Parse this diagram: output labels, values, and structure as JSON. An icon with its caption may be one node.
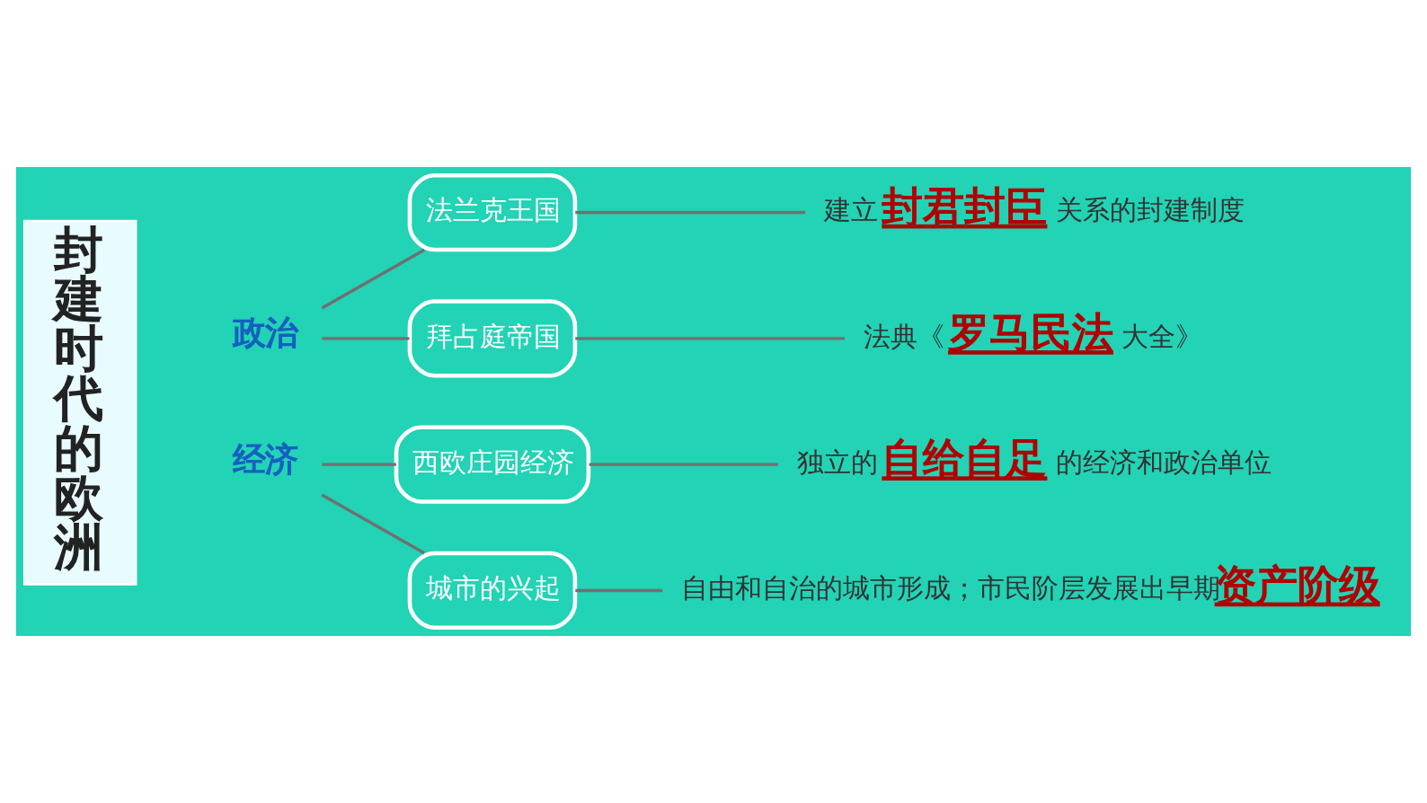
{
  "diagram": {
    "nodes": [
      {
        "text": [
          "封建时代的欧洲"
        ]
      },
      {
        "text": [
          "政治"
        ]
      },
      {
        "text": [
          "法兰克王国"
        ]
      },
      {
        "text": [
          "建立",
          "封君封臣",
          "关系的封建制度"
        ]
      },
      {
        "text": [
          "拜占庭帝国"
        ]
      },
      {
        "text": [
          "法典《",
          "罗马民法",
          "大全》"
        ]
      },
      {
        "text": [
          "经济"
        ]
      },
      {
        "text": [
          "西欧庄园经济"
        ]
      },
      {
        "text": [
          "独立的",
          "自给自足",
          "的经济和政治单位"
        ]
      },
      {
        "text": [
          "城市的兴起"
        ]
      },
      {
        "text": [
          "自由和自治的城市形成；市民阶层发展出早期",
          "资产阶级"
        ]
      }
    ],
    "edges": [
      {
        "from": 1,
        "to": 2,
        "arrow": "none"
      },
      {
        "from": 1,
        "to": 4,
        "arrow": "none"
      },
      {
        "from": 2,
        "to": 3,
        "arrow": "none"
      },
      {
        "from": 4,
        "to": 5,
        "arrow": "none"
      },
      {
        "from": 6,
        "to": 7,
        "arrow": "none"
      },
      {
        "from": 6,
        "to": 9,
        "arrow": "none"
      },
      {
        "from": 7,
        "to": 8,
        "arrow": "none"
      },
      {
        "from": 9,
        "to": 10,
        "arrow": "none"
      }
    ]
  }
}
